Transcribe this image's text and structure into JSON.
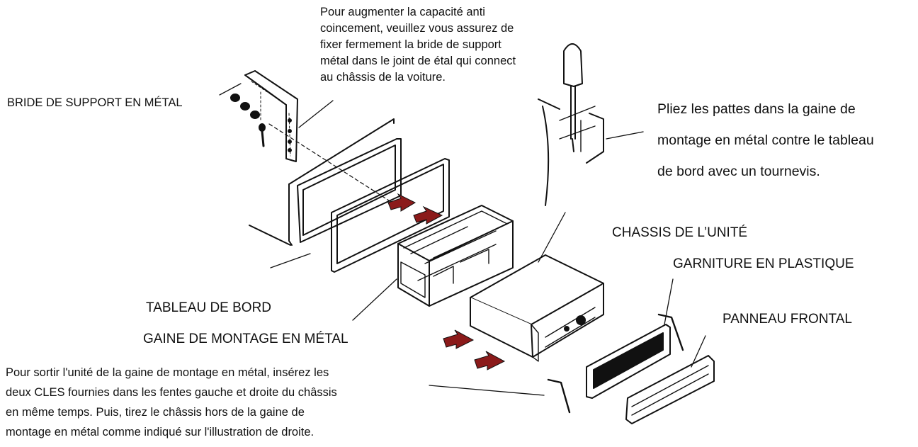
{
  "labels": {
    "bracket": "BRIDE DE SUPPORT EN MÉTAL",
    "dashboard": "TABLEAU DE BORD",
    "sleeve": "GAINE DE MONTAGE EN MÉTAL",
    "chassis": "CHASSIS DE L’UNITÉ",
    "trim": "GARNITURE EN PLASTIQUE",
    "front_panel": "PANNEAU FRONTAL"
  },
  "captions": {
    "top": [
      "Pour augmenter la capacité anti",
      "coincement, veuillez vous assurez de",
      "fixer fermement la bride de support",
      "métal dans le joint de    étal qui connect",
      "au châssis de la voiture."
    ],
    "right": [
      "Pliez les pattes dans la gaine de",
      "montage en métal contre le tableau",
      "de bord avec un tournevis."
    ],
    "bottom": [
      "Pour sortir l'unité de la gaine de montage en métal, insérez les",
      "deux CLES fournies dans les fentes gauche et droite du châssis",
      "en même temps. Puis, tirez le châssis hors de la gaine de",
      "montage en métal comme indiqué sur l'illustration de droite."
    ]
  },
  "colors": {
    "ink": "#111111",
    "arrow": "#8b1a1a"
  }
}
